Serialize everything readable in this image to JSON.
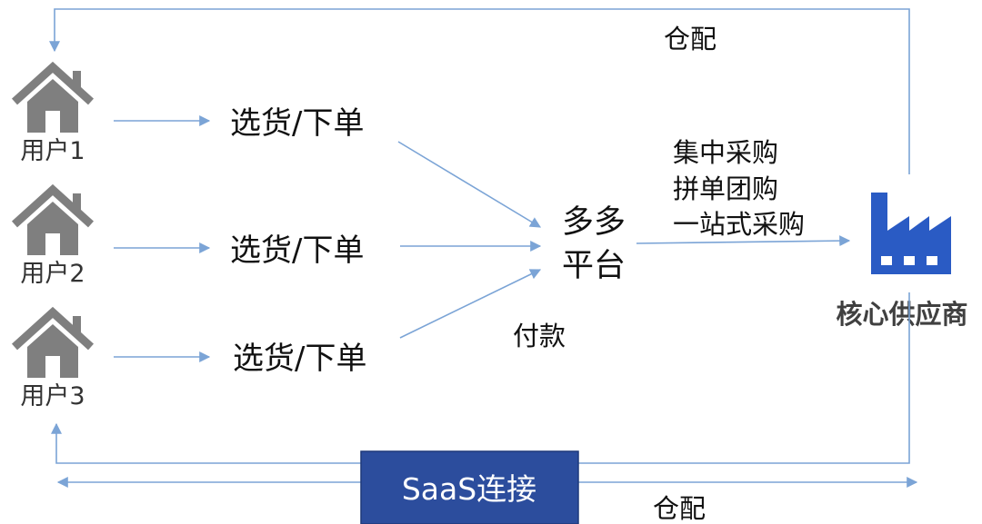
{
  "top_flow_label": "仓配",
  "users": [
    {
      "label": "用户1",
      "icon": "house-icon"
    },
    {
      "label": "用户2",
      "icon": "house-icon"
    },
    {
      "label": "用户3",
      "icon": "house-icon"
    }
  ],
  "order_labels": [
    "选货/下单",
    "选货/下单",
    "选货/下单"
  ],
  "platform": {
    "line1": "多多",
    "line2": "平台"
  },
  "payment_label": "付款",
  "purchase_modes": [
    "集中采购",
    "拼单团购",
    "一站式采购"
  ],
  "supplier": {
    "label": "核心供应商",
    "icon": "factory-icon"
  },
  "saas_label": "SaaS连接",
  "bottom_flow_label": "仓配",
  "colors": {
    "connector": "#7BA4D6",
    "house": "#7F7F7F",
    "factory": "#2A5BC4",
    "saas_box": "#2C4D9D",
    "saas_text": "#FFFFFF"
  }
}
